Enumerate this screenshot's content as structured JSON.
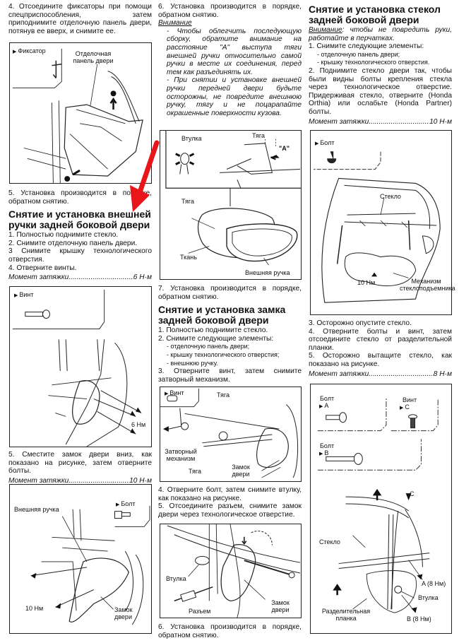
{
  "col1": {
    "step4": "4. Отсоедините фиксаторы при помощи спецприспособления, затем приподнимите отделочную панель двери, потянув ее вверх, и снимите ее.",
    "fig1": {
      "inset_label": "Фиксатор",
      "callout_panel": "Отделочная панель двери"
    },
    "step5": "5. Установка производится в порядке, обратном снятию.",
    "section_title": "Снятие и установка внешней ручки задней боковой двери",
    "steps": [
      "1. Полностью поднимите стекло.",
      "2. Снимите отделочную панель двери.",
      "3 Снимите крышку технологического отверстия.",
      "4. Отверните винты."
    ],
    "torque1": {
      "label": "Момент затяжки",
      "value": "6 Н·м"
    },
    "fig2": {
      "inset_label": "Винт",
      "torque_label": "6 Нм"
    },
    "step5b": "5. Сместите замок двери вниз, как показано на рисунке, затем отверните болты.",
    "torque2": {
      "label": "Момент затяжки",
      "value": "10 Н·м"
    },
    "fig3": {
      "inset_label": "Болт",
      "callout_handle": "Внешняя ручка",
      "torque_label": "10 Нм",
      "callout_lock": "Замок двери"
    }
  },
  "col2": {
    "step6": "6. Установка производится в порядке, обратном снятию.",
    "warning_label": "Внимание",
    "warning_items": [
      "- Чтобы облегчить последующую сборку, обратите внимание на расстояние \"А\" выступа тяги внешней ручки относительно самой ручки в месте их соединения, перед тем как разъединять их.",
      "- При снятии и установке внешней ручки передней двери будьте осторожны, не повредите внешнюю ручку, тягу и не поцарапайте окрашенные поверхности кузова."
    ],
    "fig4": {
      "bushing": "Втулка",
      "rod_top": "Тяга",
      "dim_a": "\"А\"",
      "rod": "Тяга",
      "fabric": "Ткань",
      "handle": "Внешняя ручка"
    },
    "step7": "7. Установка производится в порядке, обратном снятию.",
    "section_title": "Снятие и установка замка задней боковой двери",
    "steps": [
      "1. Полностью поднимите стекло.",
      "2. Снимите следующие элементы:"
    ],
    "sub_items": [
      "- отделочную панель двери;",
      "- крышку технологического отверстия;",
      "- внешнюю ручку."
    ],
    "step3": "3. Отверните винт, затем снимите затворный механизм.",
    "fig5": {
      "inset_label": "Винт",
      "rod_top": "Тяга",
      "latch": "Затворный механизм",
      "rod_bottom": "Тяга",
      "lock": "Замок двери"
    },
    "step4": "4. Отверните болт, затем снимите втулку, как показано на рисунке.",
    "step5": "5. Отсоедините разъем, снимите замок двери через технологическое отверстие.",
    "fig6": {
      "bushing": "Втулка",
      "connector": "Разъем",
      "lock": "Замок двери"
    }
  },
  "col3": {
    "section_title": "Снятие и установка стекол задней боковой двери",
    "warning_label": "Внимание",
    "warning_text": ": чтобы не повредить руки, работайте в перчатках.",
    "step1": "1. Снимите следующие элементы:",
    "sub_items": [
      "- отделочную панель двери;",
      "- крышку технологического отверстия."
    ],
    "step2": "2. Поднимите стекло двери так, чтобы были видны болты крепления стекла через технологическое отверстие. Придерживая стекло, отверните (Honda Orthia) или ослабьте (Honda Partner) болты.",
    "torque1": {
      "label": "Момент затяжки",
      "value": "10 Н·м"
    },
    "fig7": {
      "inset_label": "Болт",
      "glass": "Стекло",
      "torque_label": "10 Нм",
      "regulator": "Механизм стеклоподъемника"
    },
    "steps": [
      "3. Осторожно опустите стекло.",
      "4. Отверните болты и винт, затем отсоедините стекло от разделительной планки.",
      "5. Осторожно вытащите стекло, как показано на рисунке."
    ],
    "torque2": {
      "label": "Момент затяжки",
      "value": "8 Н·м"
    },
    "fig8": {
      "bolt_a_name": "Болт",
      "bolt_a_key": "A",
      "screw_c_name": "Винт",
      "screw_c_key": "C",
      "bolt_b_name": "Болт",
      "bolt_b_key": "B",
      "point_c": "C",
      "glass": "Стекло",
      "torque_a": "A (8 Нм)",
      "bushing": "Втулка",
      "channel": "Разделительная планка",
      "torque_b": "B (8 Нм)"
    }
  },
  "annotation": {
    "arrow_color": "#e8161b"
  }
}
